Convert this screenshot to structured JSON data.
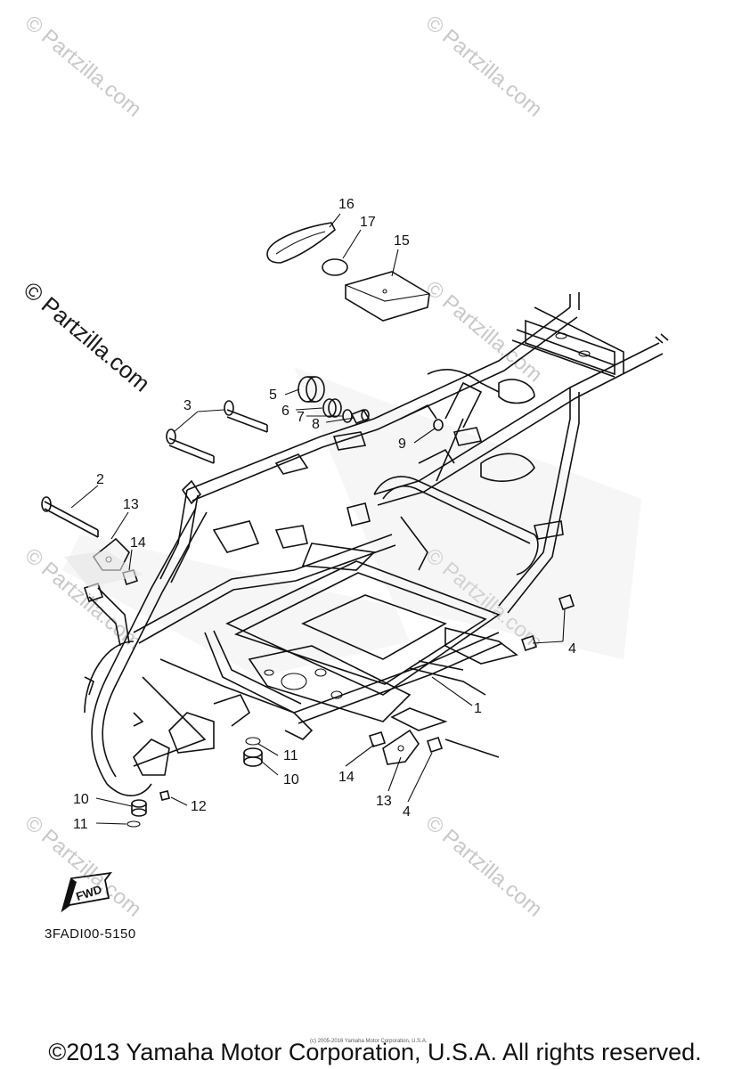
{
  "watermark": "© Partzilla.com",
  "reference_code": "3FADI00-5150",
  "fwd_label": "FWD",
  "fine_print": "(c) 2005-2016 Yamaha Motor Corporation, U.S.A.",
  "copyright": "©2013 Yamaha Motor Corporation, U.S.A. All rights reserved.",
  "callouts": {
    "c1": "1",
    "c2": "2",
    "c3": "3",
    "c4a": "4",
    "c4b": "4",
    "c5": "5",
    "c6": "6",
    "c7": "7",
    "c8": "8",
    "c9": "9",
    "c10a": "10",
    "c10b": "10",
    "c11a": "11",
    "c11b": "11",
    "c12": "12",
    "c13a": "13",
    "c13b": "13",
    "c14a": "14",
    "c14b": "14",
    "c15": "15",
    "c16": "16",
    "c17": "17"
  }
}
